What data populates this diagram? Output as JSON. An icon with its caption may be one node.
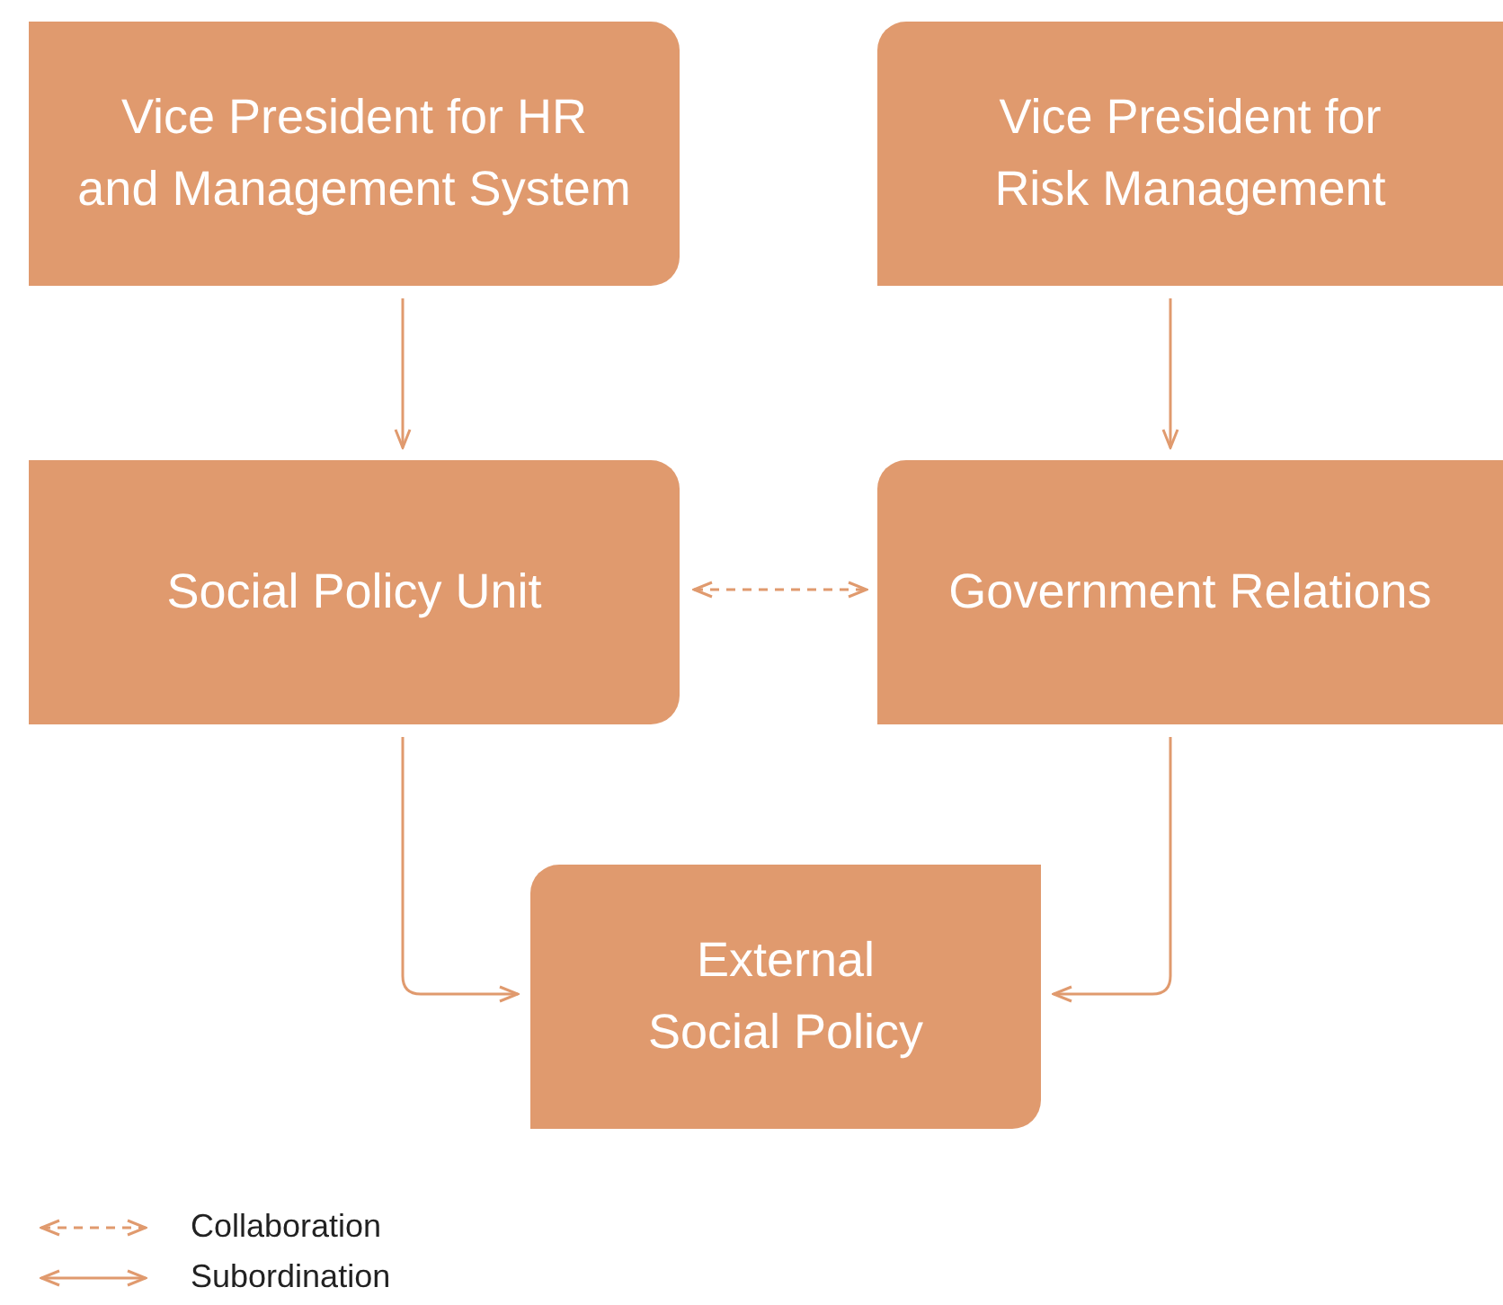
{
  "diagram": {
    "nodes": [
      {
        "text": [
          "Vice President for HR and Management System"
        ]
      },
      {
        "text": [
          "Vice President for Risk Management"
        ]
      },
      {
        "text": [
          "Social Policy Unit"
        ]
      },
      {
        "text": [
          "Government Relations"
        ]
      },
      {
        "text": [
          "External Social Policy"
        ]
      }
    ],
    "edges": [
      {
        "from": 0,
        "to": 2,
        "arrow": "to"
      },
      {
        "from": 1,
        "to": 3,
        "arrow": "to"
      },
      {
        "from": 2,
        "to": 3,
        "arrow": "both",
        "style": "dashed"
      },
      {
        "from": 2,
        "to": 4,
        "arrow": "to"
      },
      {
        "from": 3,
        "to": 4,
        "arrow": "to"
      }
    ],
    "legend": [
      {
        "text": "Collaboration"
      },
      {
        "text": "Subordination"
      }
    ]
  }
}
